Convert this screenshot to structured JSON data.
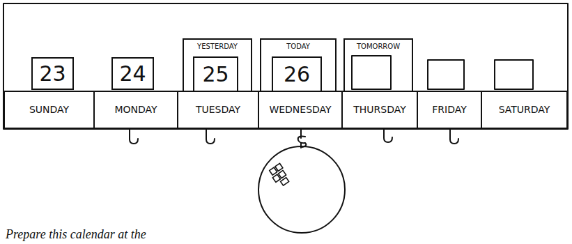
{
  "diagram": {
    "caption": "Prepare this calendar at the",
    "nodes": [
      {
        "text": [
          "23"
        ]
      },
      {
        "text": [
          "24"
        ]
      },
      {
        "text": [
          "YESTERDAY"
        ]
      },
      {
        "text": [
          "25"
        ],
        "in": 2
      },
      {
        "text": [
          "TODAY"
        ]
      },
      {
        "text": [
          "26"
        ],
        "in": 4
      },
      {
        "text": [
          "TOMORROW"
        ]
      },
      {
        "text": [
          "SUNDAY"
        ]
      },
      {
        "text": [
          "MONDAY"
        ]
      },
      {
        "text": [
          "TUESDAY"
        ]
      },
      {
        "text": [
          "WEDNESDAY"
        ]
      },
      {
        "text": [
          "THURSDAY"
        ]
      },
      {
        "text": [
          "FRIDAY"
        ]
      },
      {
        "text": [
          "SATURDAY"
        ]
      }
    ]
  }
}
